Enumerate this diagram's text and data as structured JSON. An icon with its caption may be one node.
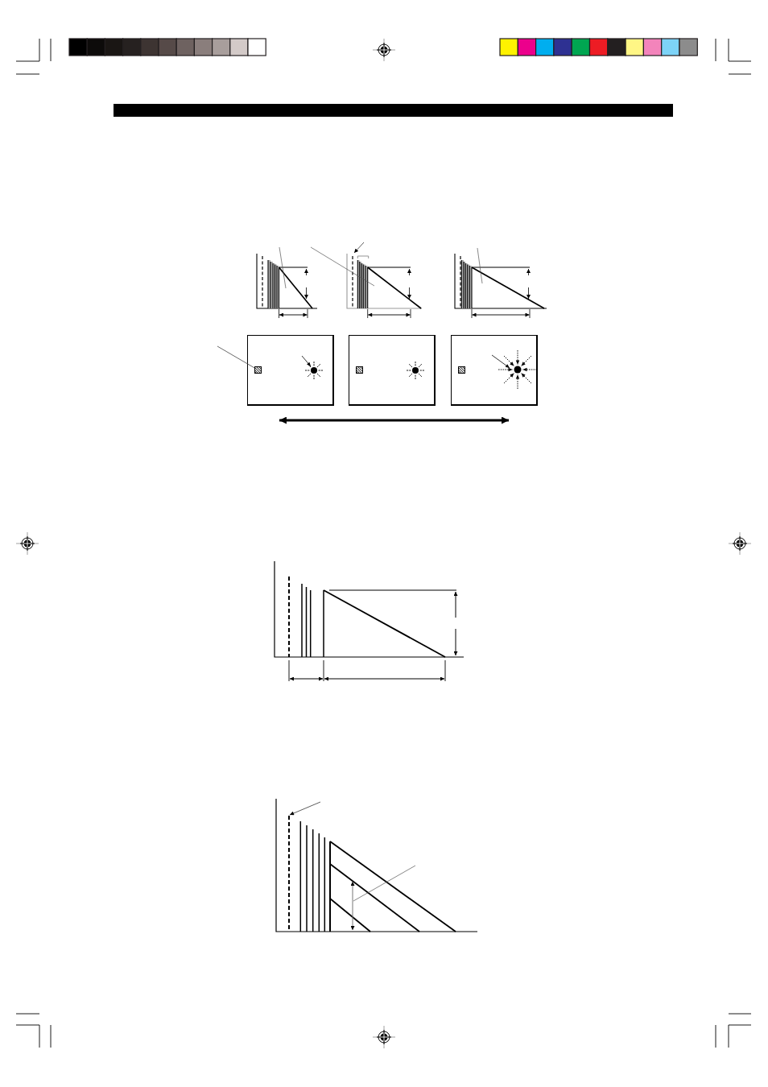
{
  "diagram": {
    "nodes": [
      {
        "text": [],
        "shape": "box"
      },
      {
        "text": [],
        "shape": "box",
        "in": 0
      },
      {
        "text": [],
        "shape": "box"
      },
      {
        "text": [],
        "shape": "box",
        "in": 2
      },
      {
        "text": [],
        "shape": "box"
      },
      {
        "text": [],
        "shape": "box",
        "in": 4
      }
    ],
    "edges": [
      {
        "from": null,
        "to": 1,
        "arrow": "none"
      },
      {
        "from": 0,
        "to": 4,
        "arrow": "both",
        "style": "thick"
      }
    ]
  }
}
